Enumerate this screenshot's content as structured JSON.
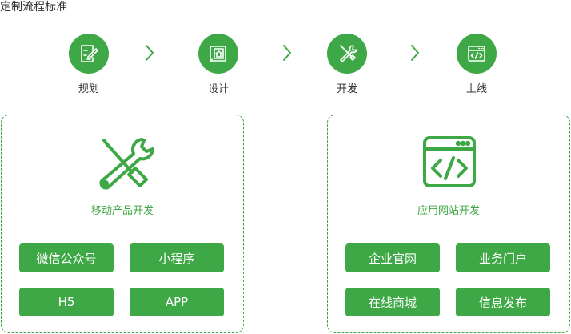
{
  "page": {
    "title": "定制流程标准"
  },
  "steps": [
    {
      "label": "规划",
      "icon": "edit-document-icon"
    },
    {
      "label": "设计",
      "icon": "design-drawing-icon"
    },
    {
      "label": "开发",
      "icon": "tools-icon"
    },
    {
      "label": "上线",
      "icon": "code-window-icon"
    }
  ],
  "panels": {
    "mobile": {
      "title": "移动产品开发",
      "icon": "tools-icon",
      "buttons": [
        "微信公众号",
        "小程序",
        "H5",
        "APP"
      ]
    },
    "website": {
      "title": "应用网站开发",
      "icon": "code-window-icon",
      "buttons": [
        "企业官网",
        "业务门户",
        "在线商城",
        "信息发布"
      ]
    }
  },
  "colors": {
    "accent": "#3fa846",
    "text": "#333333",
    "background": "#ffffff"
  }
}
